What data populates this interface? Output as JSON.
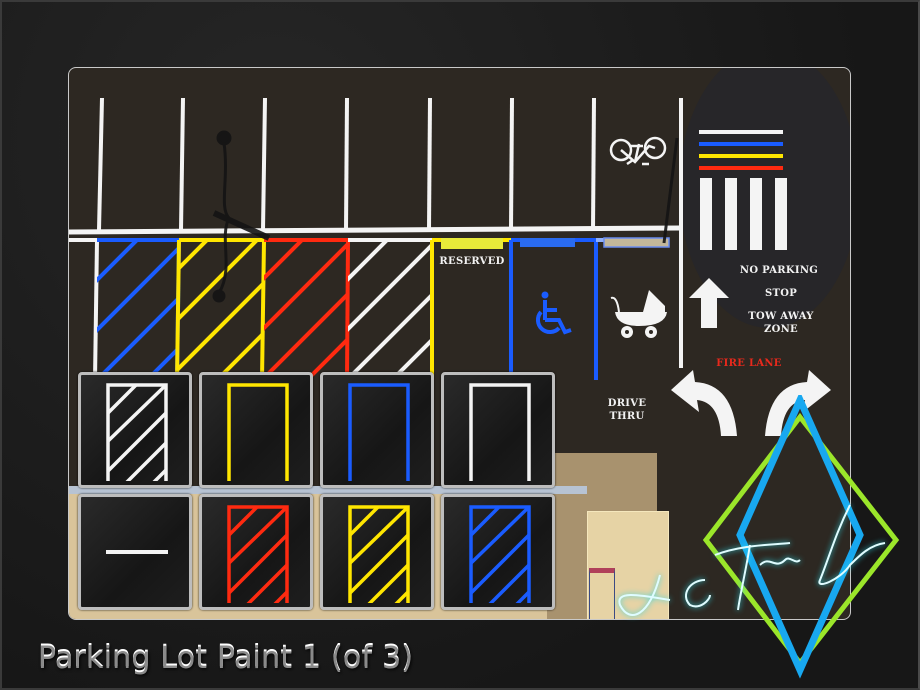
{
  "title": "Parking Lot Paint 1 (of 3)",
  "colors": {
    "background": "#1a1a1a",
    "asphalt": "#2d2822",
    "paint_white": "#f4f4f4",
    "paint_yellow": "#ffe600",
    "paint_blue": "#1a5cff",
    "paint_red": "#ff2a10",
    "logo_blue": "#18a8f0",
    "logo_green": "#9be62a",
    "beige": "#e3cf9e"
  },
  "lot": {
    "stencils": {
      "reserved": "RESERVED",
      "drive_thru_line1": "DRIVE",
      "drive_thru_line2": "THRU",
      "no_parking": "NO PARKING",
      "stop": "STOP",
      "tow_away_line1": "TOW AWAY",
      "tow_away_line2": "ZONE",
      "fire_lane": "FIRE LANE"
    },
    "icons": [
      "bicycle-icon",
      "wheelchair-icon",
      "stroller-icon",
      "up-arrow-icon",
      "left-turn-arrow-icon",
      "right-turn-arrow-icon"
    ],
    "hatched_spaces": [
      "blue",
      "yellow",
      "red",
      "white"
    ],
    "curb_stop_colors": [
      "yellow",
      "blue",
      "tan"
    ],
    "stripe_swatches": [
      "white",
      "blue",
      "yellow",
      "red"
    ]
  },
  "swatches": [
    {
      "id": "hatched-white",
      "color": "#f4f4f4",
      "style": "hatched"
    },
    {
      "id": "space-yellow",
      "color": "#ffe600",
      "style": "outline"
    },
    {
      "id": "space-blue",
      "color": "#1a5cff",
      "style": "outline"
    },
    {
      "id": "space-white",
      "color": "#f4f4f4",
      "style": "outline"
    },
    {
      "id": "line-white",
      "color": "#f4f4f4",
      "style": "line"
    },
    {
      "id": "hatched-red",
      "color": "#ff2a10",
      "style": "hatched"
    },
    {
      "id": "hatched-yellow",
      "color": "#ffe600",
      "style": "hatched"
    },
    {
      "id": "hatched-blue",
      "color": "#1a5cff",
      "style": "hatched"
    }
  ],
  "watermark": "J C Tekk Sims"
}
